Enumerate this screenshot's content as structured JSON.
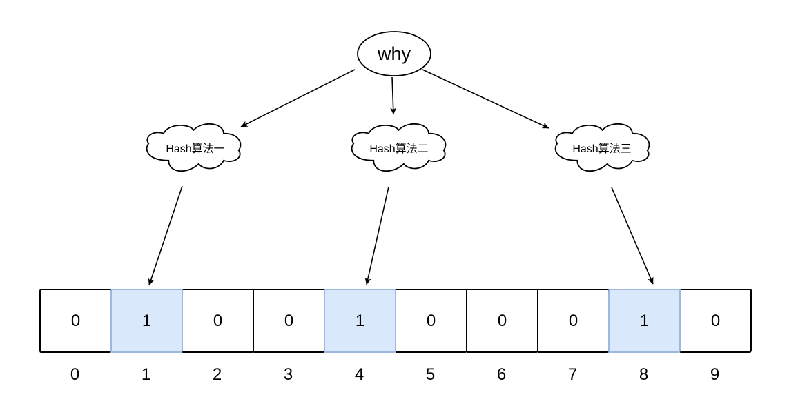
{
  "diagram": {
    "title_node": {
      "label": "why"
    },
    "hash_nodes": [
      {
        "label": "Hash算法一",
        "target_index": 1
      },
      {
        "label": "Hash算法二",
        "target_index": 4
      },
      {
        "label": "Hash算法三",
        "target_index": 8
      }
    ],
    "bit_array": {
      "cells": [
        {
          "value": "0",
          "highlighted": false
        },
        {
          "value": "1",
          "highlighted": true
        },
        {
          "value": "0",
          "highlighted": false
        },
        {
          "value": "0",
          "highlighted": false
        },
        {
          "value": "1",
          "highlighted": true
        },
        {
          "value": "0",
          "highlighted": false
        },
        {
          "value": "0",
          "highlighted": false
        },
        {
          "value": "0",
          "highlighted": false
        },
        {
          "value": "1",
          "highlighted": true
        },
        {
          "value": "0",
          "highlighted": false
        }
      ],
      "indices": [
        "0",
        "1",
        "2",
        "3",
        "4",
        "5",
        "6",
        "7",
        "8",
        "9"
      ]
    },
    "colors": {
      "background": "#ffffff",
      "stroke": "#000000",
      "highlight_fill": "#dae8fc",
      "highlight_border": "#9db8de"
    }
  }
}
